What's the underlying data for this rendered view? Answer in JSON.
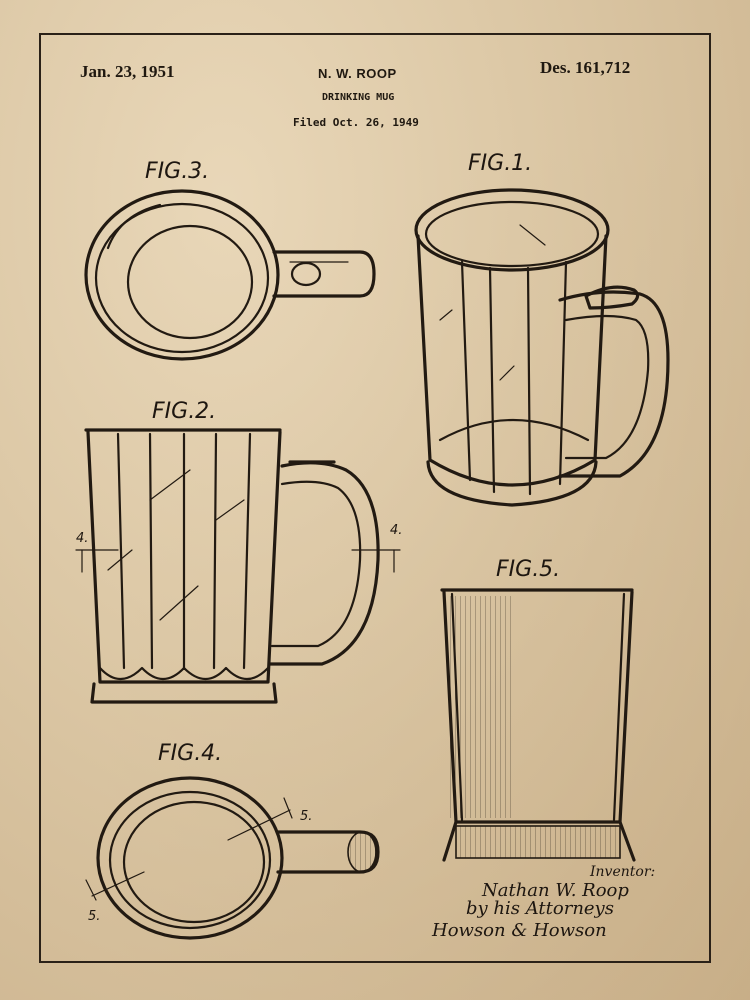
{
  "header": {
    "date": "Jan. 23, 1951",
    "inventor": "N. W. ROOP",
    "title": "DRINKING MUG",
    "filed": "Filed Oct. 26, 1949",
    "patent_number": "Des. 161,712"
  },
  "figures": {
    "fig1": "FIG.1.",
    "fig2": "FIG.2.",
    "fig3": "FIG.3.",
    "fig4": "FIG.4.",
    "fig5": "FIG.5."
  },
  "references": {
    "section_4_left": "4.",
    "section_4_right": "4.",
    "section_5_top": "5.",
    "section_5_bottom": "5."
  },
  "signature": {
    "role": "Inventor:",
    "name": "Nathan W. Roop",
    "by_line": "by his Attorneys",
    "attorneys": "Howson & Howson"
  },
  "colors": {
    "paper": "#dcc7a4",
    "ink": "#221a12"
  }
}
